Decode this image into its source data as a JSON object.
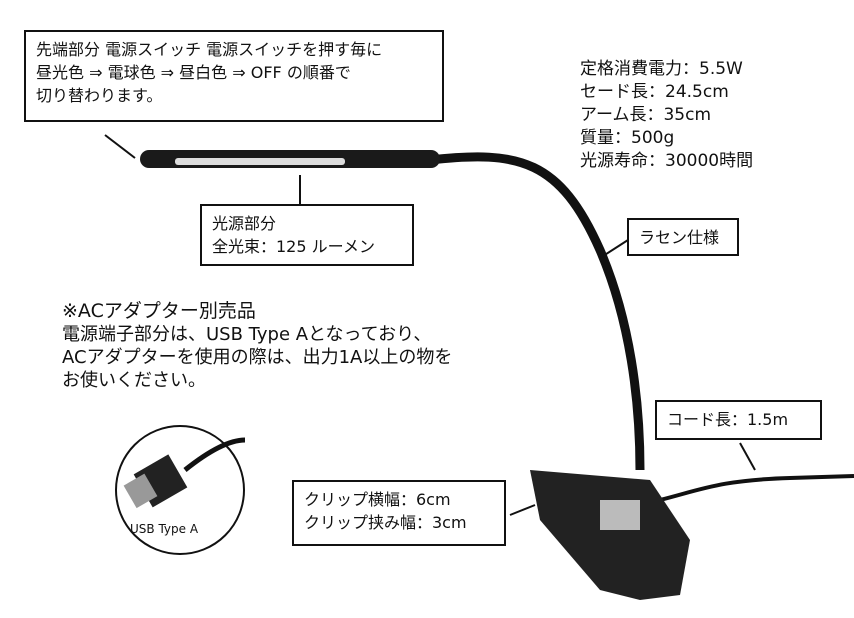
{
  "switch_note": {
    "lines": [
      "先端部分 電源スイッチ 電源スイッチを押す毎に",
      "昼光色 ⇒ 電球色 ⇒ 昼白色 ⇒ OFF の順番で",
      "切り替わります。"
    ]
  },
  "specs": {
    "lines": [
      "定格消費電力：5.5W",
      "セード長：24.5cm",
      "アーム長：35cm",
      "質量：500g",
      "光源寿命：30000時間"
    ]
  },
  "light_source": {
    "lines": [
      "光源部分",
      "全光束：125 ルーメン"
    ]
  },
  "spiral": {
    "label": "ラセン仕様"
  },
  "adapter_note": {
    "title": "※ACアダプター別売品",
    "lines": [
      "電源端子部分は、USB Type Aとなっており、",
      "ACアダプターを使用の際は、出力1A以上の物を",
      "お使いください。"
    ]
  },
  "cord": {
    "label": "コード長：1.5m"
  },
  "clip": {
    "lines": [
      "クリップ横幅：6cm",
      "クリップ挟み幅：3cm"
    ]
  },
  "usb": {
    "label": "USB Type A"
  }
}
